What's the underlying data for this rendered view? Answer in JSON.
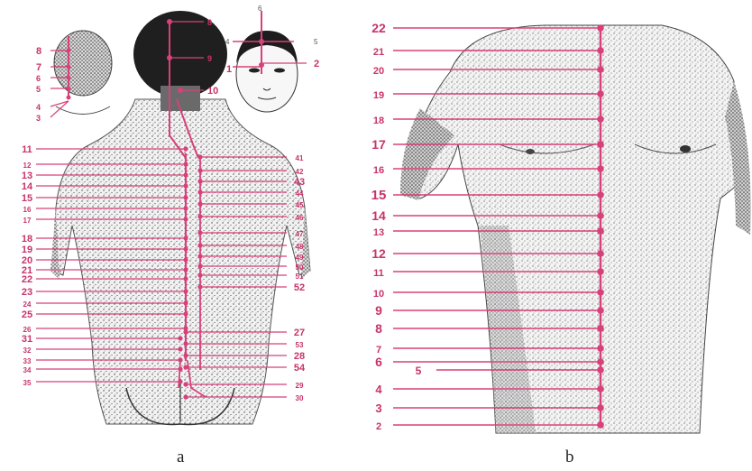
{
  "captions": {
    "a": "a",
    "b": "b"
  },
  "colors": {
    "marker": "#d8407a",
    "label": "#c8336a",
    "ink": "#2a2a2a"
  },
  "panel_a": {
    "head_back_labels": [
      "8",
      "7",
      "6",
      "5",
      "4",
      "3"
    ],
    "head_top_labels": [
      "8",
      "9",
      "10"
    ],
    "face_labels": [
      "6",
      "4",
      "5",
      "1",
      "2"
    ],
    "left_labels": [
      "11",
      "12",
      "13",
      "14",
      "15",
      "16",
      "17",
      "18",
      "19",
      "20",
      "21",
      "22",
      "23",
      "24",
      "25",
      "26",
      "31",
      "32",
      "33",
      "34",
      "35"
    ],
    "right_labels": [
      "41",
      "42",
      "43",
      "44",
      "45",
      "46",
      "47",
      "48",
      "49",
      "50",
      "51",
      "52",
      "27",
      "53",
      "28",
      "54",
      "29",
      "30"
    ]
  },
  "panel_b": {
    "labels": [
      "22",
      "21",
      "20",
      "19",
      "18",
      "17",
      "16",
      "15",
      "14",
      "13",
      "12",
      "11",
      "10",
      "9",
      "8",
      "7",
      "6",
      "5",
      "4",
      "3",
      "2"
    ]
  }
}
